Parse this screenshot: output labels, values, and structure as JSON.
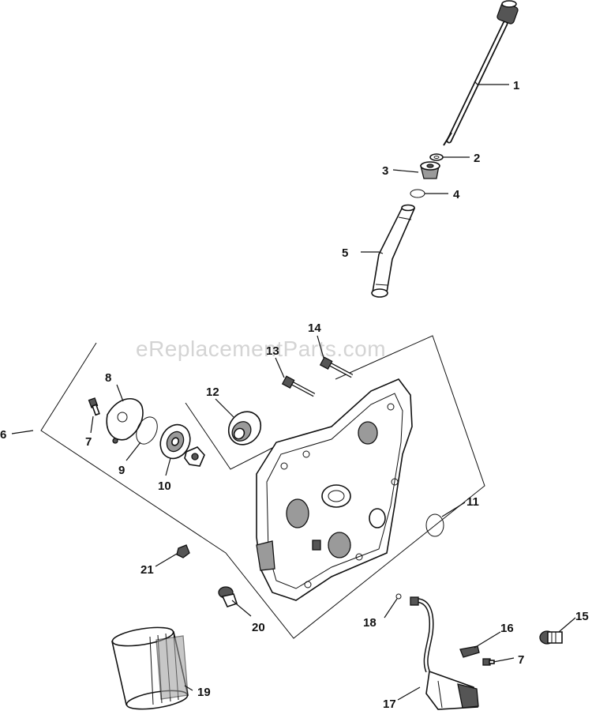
{
  "watermark": "eReplacementParts.com",
  "callouts": {
    "c1": "1",
    "c2": "2",
    "c3": "3",
    "c4": "4",
    "c5": "5",
    "c6": "6",
    "c7a": "7",
    "c7b": "7",
    "c8": "8",
    "c9": "9",
    "c10": "10",
    "c11": "11",
    "c12": "12",
    "c13": "13",
    "c14": "14",
    "c15": "15",
    "c16": "16",
    "c17": "17",
    "c18": "18",
    "c19": "19",
    "c20": "20",
    "c21": "21"
  },
  "parts": [
    "dipstick",
    "washer",
    "dipstick-tube-seal",
    "o-ring",
    "dipstick-tube",
    "closure-plate-assembly",
    "bolt",
    "oil-pump-cover",
    "o-ring",
    "oil-pump-rotor",
    "oil-seal",
    "o-ring",
    "oil-seal",
    "bolt",
    "bolt",
    "plug",
    "bracket",
    "oil-pressure-switch",
    "o-ring",
    "oil-filter",
    "plug",
    "plug"
  ]
}
